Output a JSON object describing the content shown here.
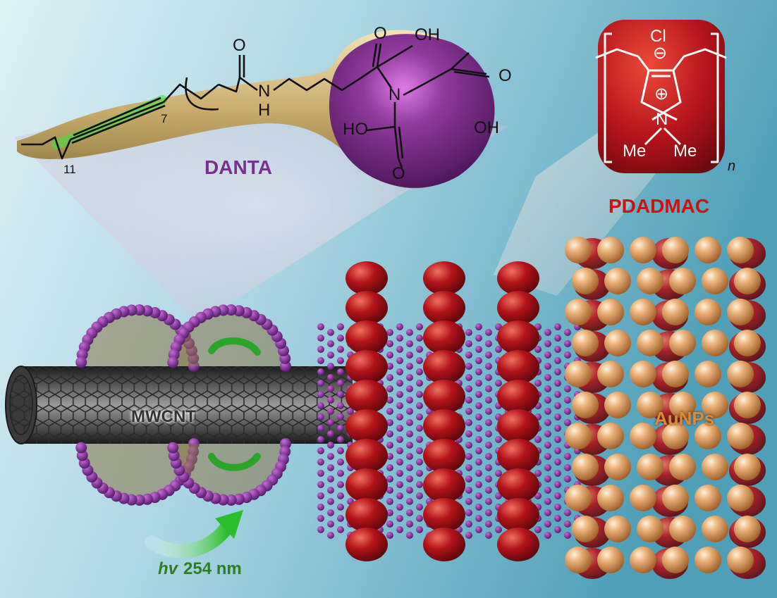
{
  "labels": {
    "danta": "DANTA",
    "pdadmac": "PDADMAC",
    "mwcnt": "MWCNT",
    "aunps": "AuNPs",
    "hv": "hv",
    "wavelength": "254 nm"
  },
  "danta_atoms": {
    "o_amide": "O",
    "n_amide": "N",
    "h_amide": "H",
    "n_amine": "N",
    "o_acid1": "O",
    "oh_acid1": "OH",
    "o_acid2": "O",
    "oh_acid2": "OH",
    "ho_acid3": "HO",
    "o_acid3": "O",
    "sub_11": "11",
    "sub_7": "7"
  },
  "pdadmac_atoms": {
    "cl": "Cl",
    "minus": "⊖",
    "plus": "⊕",
    "n": "N",
    "me1": "Me",
    "me2": "Me",
    "n_sub": "n"
  },
  "colors": {
    "background_left": "#d6ecf3",
    "background_right": "#5aa9c2",
    "danta_label": "#7a2e8e",
    "pdadmac_label": "#cc1111",
    "hv_label": "#2e7d1f",
    "aunps_label": "#d98a3a",
    "mwcnt_label": "#333333",
    "head_purple": "#7b2b8a",
    "tail_gold": "#c9ad6e",
    "diyne_green": "#44dd44",
    "polymer_red": "#b3131a",
    "gold_np": "#e0a062",
    "nanotube": "#3a3a3a"
  }
}
